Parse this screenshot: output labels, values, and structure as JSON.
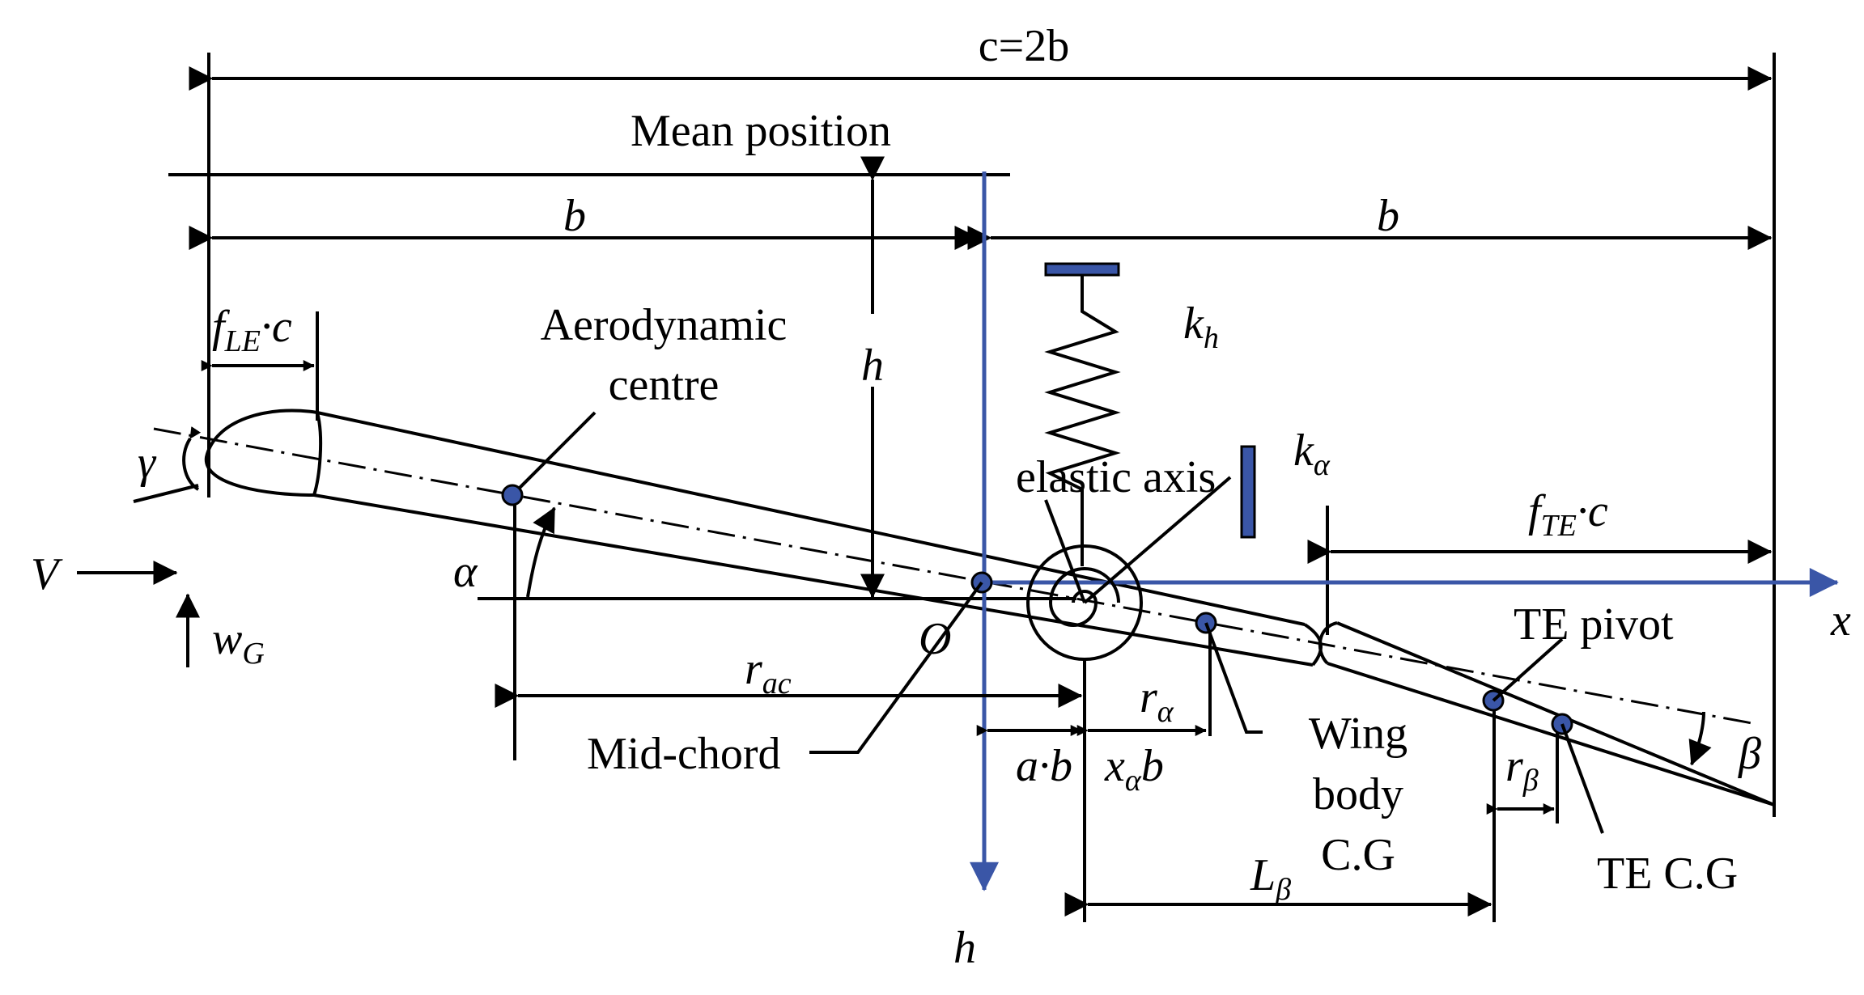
{
  "labels": {
    "chord": "c=2b",
    "mean_position": "Mean position",
    "b_left": "b",
    "b_right": "b",
    "f_le": "f",
    "f_le_sub": "LE",
    "f_le_tail": "·c",
    "aero_centre_1": "Aerodynamic",
    "aero_centre_2": "centre",
    "h_vertical": "h",
    "k_h": "k",
    "k_h_sub": "h",
    "gamma": "γ",
    "elastic_axis": "elastic axis",
    "k_alpha": "k",
    "k_alpha_sub": "α",
    "f_te": "f",
    "f_te_sub": "TE",
    "f_te_tail": "·c",
    "alpha": "α",
    "V": "V",
    "w_G": "w",
    "w_G_sub": "G",
    "O": "O",
    "x_axis": "x",
    "te_pivot": "TE pivot",
    "r_ac": "r",
    "r_ac_sub": "ac",
    "r_alpha": "r",
    "r_alpha_sub": "α",
    "mid_chord": "Mid-chord",
    "a_b": "a·b",
    "x_alpha_b": "x",
    "x_alpha_b_sub": "α",
    "x_alpha_b_tail": "b",
    "wing_body_1": "Wing",
    "wing_body_2": "body",
    "wing_body_3": "C.G",
    "r_beta": "r",
    "r_beta_sub": "β",
    "beta": "β",
    "te_cg": "TE C.G",
    "L_beta": "L",
    "L_beta_sub": "β",
    "h_axis": "h"
  },
  "colors": {
    "axis_blue": "#3a56a7",
    "line_black": "#000000"
  }
}
